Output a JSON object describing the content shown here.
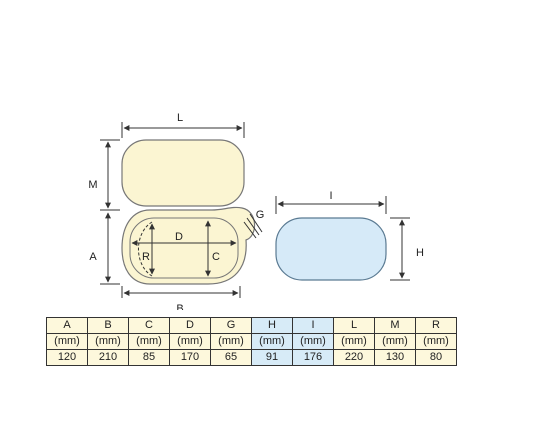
{
  "diagram": {
    "labels": {
      "L": "L",
      "M": "M",
      "A": "A",
      "B": "B",
      "D": "D",
      "C": "C",
      "R": "R",
      "G": "G",
      "I": "I",
      "H": "H"
    },
    "colors": {
      "body_fill": "#fbf5d2",
      "lid_fill": "#d6eaf8",
      "outline": "#666666",
      "dim_line": "#333333"
    }
  },
  "spec_table": {
    "headers": [
      "A",
      "B",
      "C",
      "D",
      "G",
      "H",
      "I",
      "L",
      "M",
      "R"
    ],
    "units": [
      "(mm)",
      "(mm)",
      "(mm)",
      "(mm)",
      "(mm)",
      "(mm)",
      "(mm)",
      "(mm)",
      "(mm)",
      "(mm)"
    ],
    "values": [
      "120",
      "210",
      "85",
      "170",
      "65",
      "91",
      "176",
      "220",
      "130",
      "80"
    ],
    "highlighted_columns": [
      "H",
      "I"
    ],
    "colors": {
      "cell": "#fdf8dc",
      "highlight": "#d7ebf7",
      "border": "#333333"
    }
  }
}
